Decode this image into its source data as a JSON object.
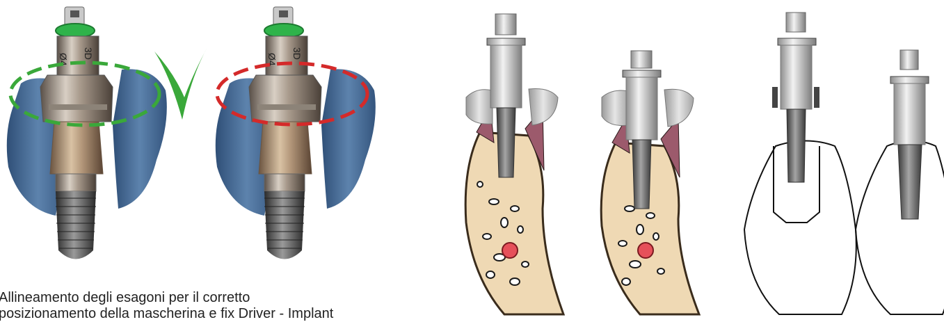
{
  "caption": {
    "line1": "Allineamento degli esagoni per il corretto",
    "line2": "posizionamento della mascherina e fix Driver - Implant"
  },
  "implant_markings": {
    "diameter": "Ø4",
    "system": "3D"
  },
  "colors": {
    "gingiva_blue": "#4a6f99",
    "correct_green": "#3aa83a",
    "wrong_red": "#d42a2a",
    "ring_green": "#2fb34a",
    "bone": "#efd9b4",
    "soft_tissue": "#9c5a6c",
    "nerve": "#e6505a"
  },
  "icons": [
    "checkmark-icon"
  ]
}
